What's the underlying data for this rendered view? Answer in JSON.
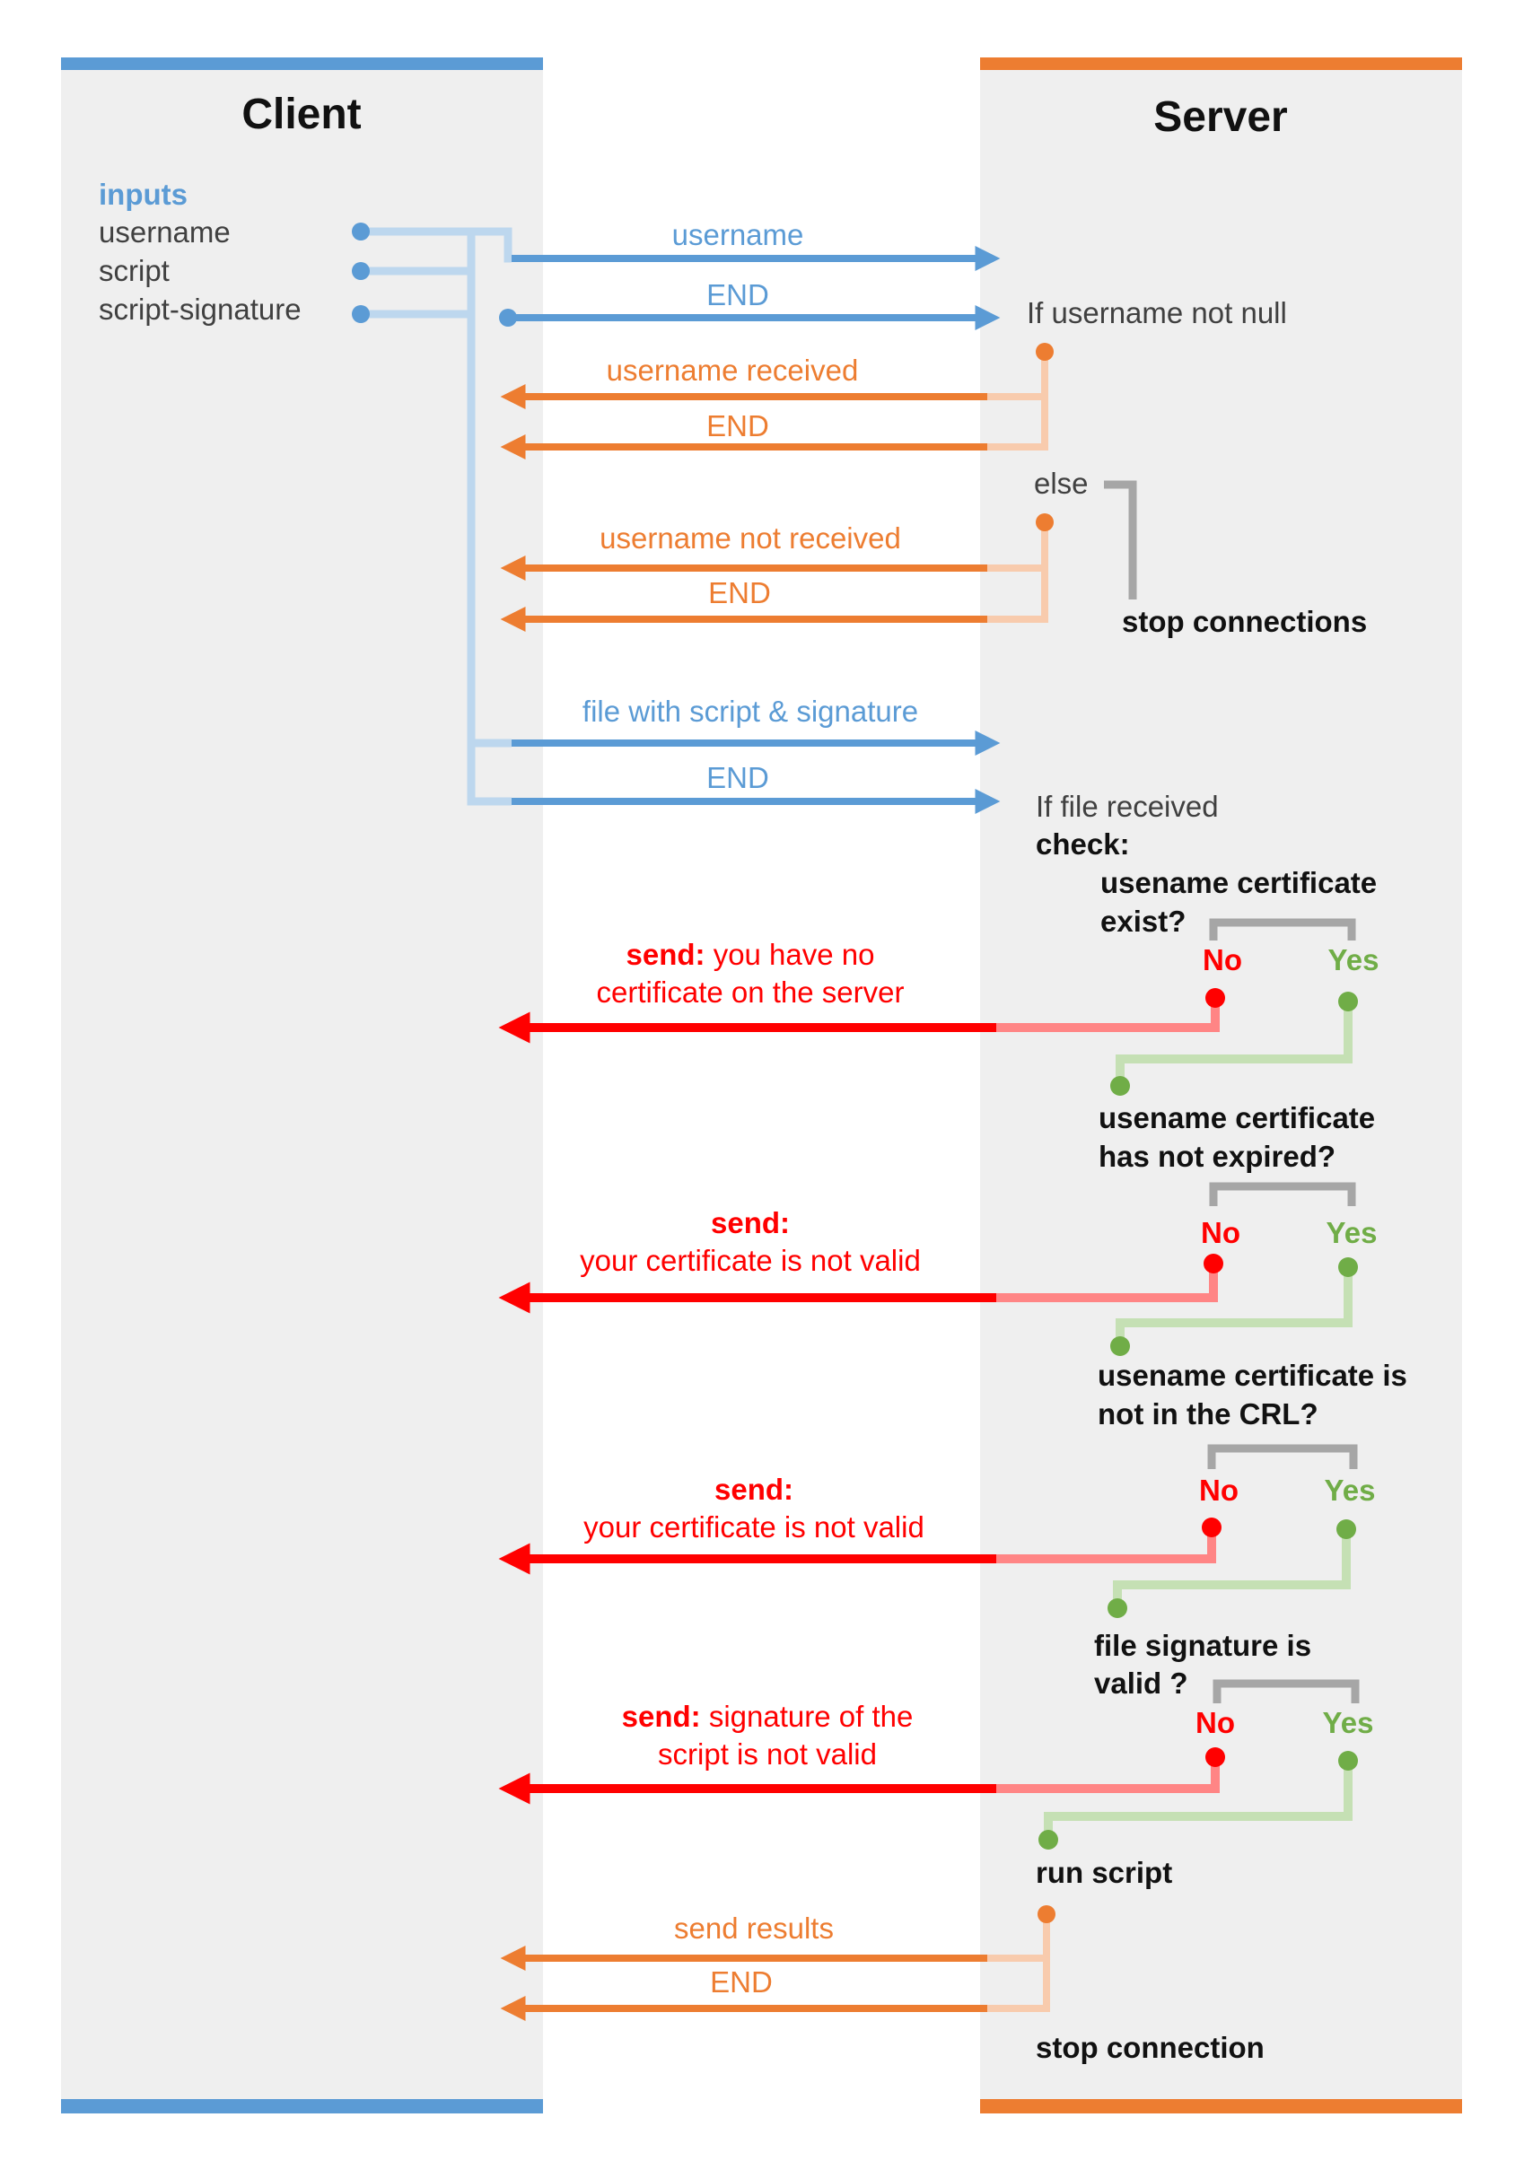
{
  "colors": {
    "client_blue": "#5b9bd5",
    "client_blue_light": "#bdd7ee",
    "server_orange": "#ed7d31",
    "server_orange_light": "#f8cbad",
    "red": "#ff0000",
    "red_light": "#ff8585",
    "green": "#70ad47",
    "green_light": "#c5e0b4",
    "gray": "#a6a6a6",
    "lane_background": "#efefef",
    "text_dark": "#111111",
    "text_gray": "#404040"
  },
  "lanes": {
    "client_title": "Client",
    "server_title": "Server"
  },
  "client": {
    "inputs_title": "inputs",
    "inputs": [
      "username",
      "script",
      "script-signature"
    ]
  },
  "messages": {
    "username": "username",
    "end_1": "END",
    "username_received": "username received",
    "end_2": "END",
    "username_not_received": "username not received",
    "end_3": "END",
    "file_with_script": "file with script & signature",
    "end_4": "END",
    "send_keyword": "send:",
    "no_certificate_rest": "you have no",
    "no_certificate_line2": "certificate on the server",
    "cert_not_valid_1": "your certificate is not valid",
    "cert_not_valid_2": "your certificate is not valid",
    "signature_rest": "signature of the",
    "signature_line2": "script is not valid",
    "send_results": "send results",
    "end_5": "END"
  },
  "server": {
    "if_username": "If username not null",
    "else_label": "else",
    "stop_connections": "stop connections",
    "if_file": "If file received",
    "check": "check:",
    "cond1_line1": "usename certificate",
    "cond1_line2": "exist?",
    "cond2_line1": "usename certificate",
    "cond2_line2": "has not expired?",
    "cond3_line1": "usename certificate is",
    "cond3_line2": "not in the CRL?",
    "cond4_line1": "file signature is",
    "cond4_line2": "valid ?",
    "no_label": "No",
    "yes_label": "Yes",
    "run_script": "run script",
    "stop_connection": "stop connection"
  }
}
